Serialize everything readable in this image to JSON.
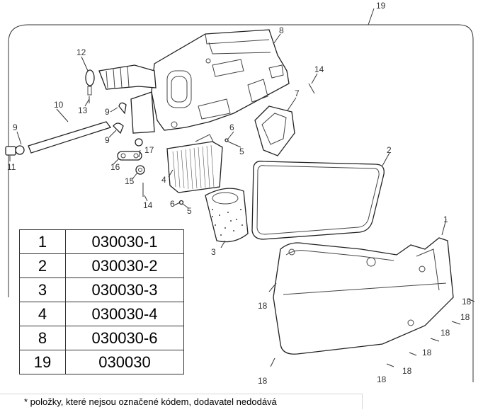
{
  "callouts": {
    "c1": "1",
    "c2": "2",
    "c3": "3",
    "c4": "4",
    "c5a": "5",
    "c5b": "5",
    "c6a": "6",
    "c6b": "6",
    "c7": "7",
    "c8": "8",
    "c9a": "9",
    "c9b": "9",
    "c9c": "9",
    "c10": "10",
    "c11": "11",
    "c12": "12",
    "c13": "13",
    "c14a": "14",
    "c14b": "14",
    "c15": "15",
    "c16": "16",
    "c17": "17",
    "c18a": "18",
    "c18b": "18",
    "c18c": "18",
    "c18d": "18",
    "c18e": "18",
    "c18f": "18",
    "c18g": "18",
    "c18h": "18",
    "c19": "19"
  },
  "parts_table": {
    "rows": [
      {
        "pos": "1",
        "code": "030030-1"
      },
      {
        "pos": "2",
        "code": "030030-2"
      },
      {
        "pos": "3",
        "code": "030030-3"
      },
      {
        "pos": "4",
        "code": "030030-4"
      },
      {
        "pos": "8",
        "code": "030030-6"
      },
      {
        "pos": "19",
        "code": "030030"
      }
    ]
  },
  "footnote": "* položky, které nejsou označené kódem, dodavatel nedodává"
}
